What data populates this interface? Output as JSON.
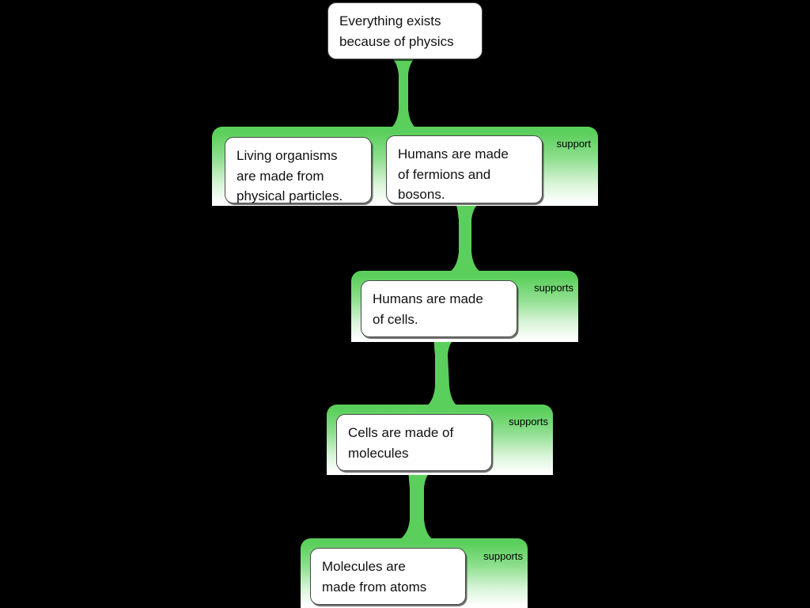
{
  "diagram": {
    "title": "Everything exists because of physics",
    "background_color": "#000000",
    "accent_color": "#5BCF5B",
    "node_fill": "#FFFFFF",
    "node_border": "#4a4a4a",
    "levels": [
      {
        "id": "root",
        "group_label": null,
        "nodes": [
          {
            "id": "n1",
            "text": "Everything exists\nbecause of physics"
          }
        ]
      },
      {
        "id": "level-2",
        "group_label": "support",
        "nodes": [
          {
            "id": "n2",
            "text": "Living organisms\nare made from\nphysical particles."
          },
          {
            "id": "n3",
            "text": "Humans are made\nof fermions and\nbosons."
          }
        ]
      },
      {
        "id": "level-3",
        "group_label": "supports",
        "nodes": [
          {
            "id": "n4",
            "text": "Humans are made\nof cells."
          }
        ]
      },
      {
        "id": "level-4",
        "group_label": "supports",
        "nodes": [
          {
            "id": "n5",
            "text": "Cells are made of\nmolecules"
          }
        ]
      },
      {
        "id": "level-5",
        "group_label": "supports",
        "nodes": [
          {
            "id": "n6",
            "text": "Molecules are\nmade from atoms"
          }
        ]
      }
    ],
    "edges": [
      {
        "from": "n1",
        "to": "level-2",
        "relation": "support"
      },
      {
        "from": "n3",
        "to": "level-3",
        "relation": "supports"
      },
      {
        "from": "n4",
        "to": "level-4",
        "relation": "supports"
      },
      {
        "from": "n5",
        "to": "level-5",
        "relation": "supports"
      }
    ]
  }
}
